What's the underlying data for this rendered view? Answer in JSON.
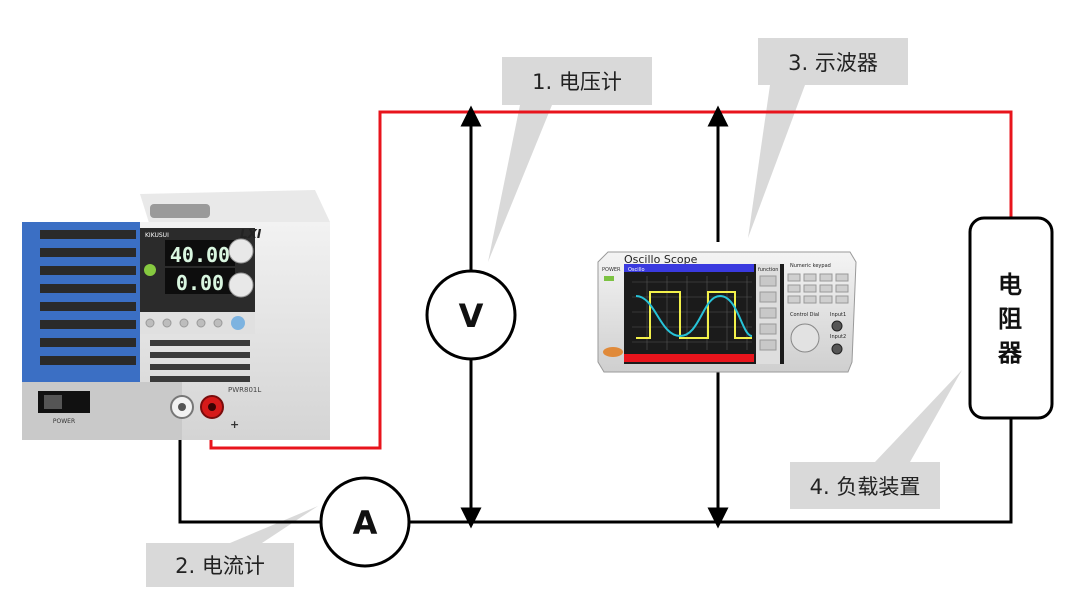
{
  "callouts": {
    "voltmeter": "1. 电压计",
    "ammeter": "2. 电流计",
    "oscilloscope": "3. 示波器",
    "load": "4. 负载装置"
  },
  "meters": {
    "voltmeter_symbol": "V",
    "ammeter_symbol": "A"
  },
  "resistor": {
    "chars": [
      "电",
      "阻",
      "器"
    ]
  },
  "power_supply": {
    "voltage_display": "40.00",
    "current_display": "0.00",
    "brand": "KIKUSUI",
    "model": "PWR801L",
    "logo": "LXI",
    "power_label": "POWER"
  },
  "scope": {
    "title": "Oscillo Scope",
    "screen_label": "Oscillo",
    "function_label": "function",
    "keypad_label": "Numeric keypad",
    "dial_label": "Control Dial",
    "input1": "Input1",
    "input2": "Input2",
    "power_label": "POWER"
  },
  "colors": {
    "live_wire": "#e8141c",
    "return_wire": "#000000",
    "callout_bg": "#d9d9d9"
  }
}
